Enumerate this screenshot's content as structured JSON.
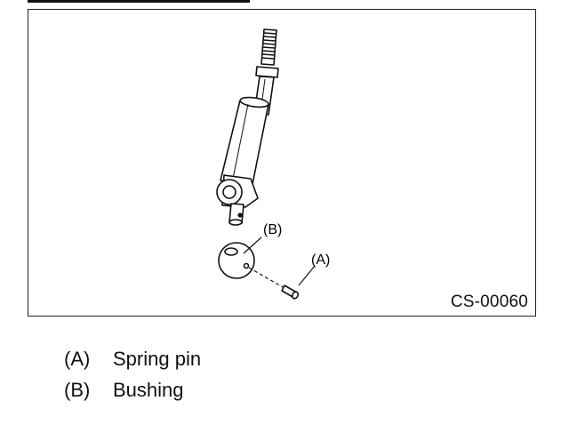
{
  "figure": {
    "id": "CS-00060",
    "callouts": {
      "a": "(A)",
      "b": "(B)"
    }
  },
  "legend": [
    {
      "key": "(A)",
      "label": "Spring pin"
    },
    {
      "key": "(B)",
      "label": "Bushing"
    }
  ]
}
